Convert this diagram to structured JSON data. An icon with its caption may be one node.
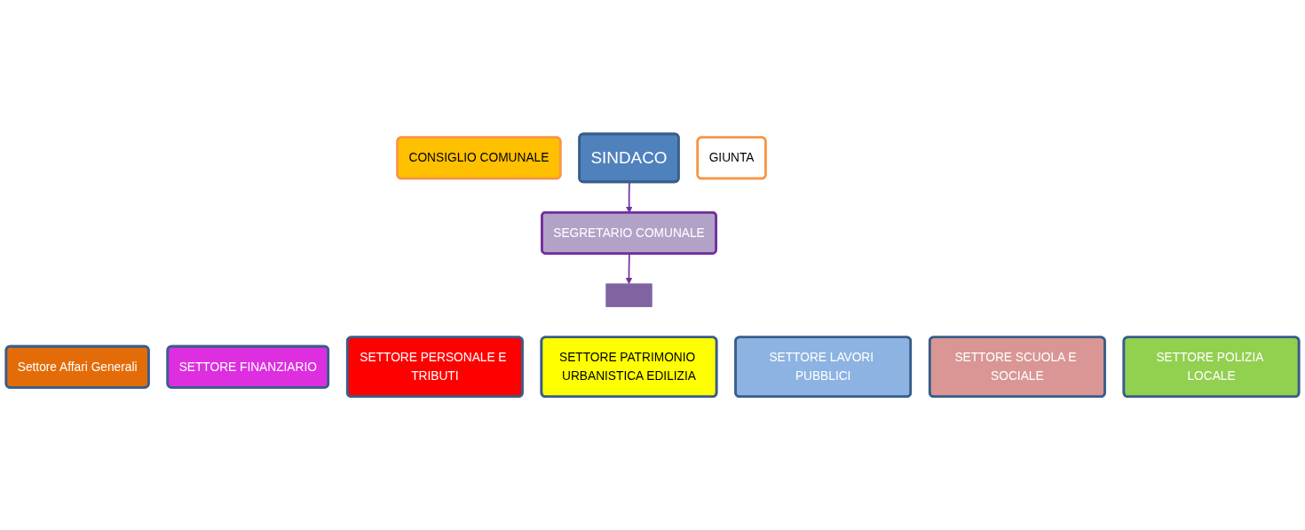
{
  "diagram": {
    "nodes": [
      {
        "text": [
          "CONSIGLIO COMUNALE"
        ]
      },
      {
        "text": [
          "SINDACO"
        ]
      },
      {
        "text": [
          "GIUNTA"
        ]
      },
      {
        "text": [
          "SEGRETARIO COMUNALE"
        ]
      },
      {
        "text": [],
        "shape": "bar"
      },
      {
        "text": [
          "Settore Affari Generali"
        ]
      },
      {
        "text": [
          "SETTORE FINANZIARIO"
        ]
      },
      {
        "text": [
          "SETTORE PERSONALE E TRIBUTI"
        ]
      },
      {
        "text": [
          "SETTORE PATRIMONIO URBANISTICA EDILIZIA"
        ]
      },
      {
        "text": [
          "SETTORE LAVORI PUBBLICI"
        ]
      },
      {
        "text": [
          "SETTORE SCUOLA E SOCIALE"
        ]
      },
      {
        "text": [
          "SETTORE POLIZIA LOCALE"
        ]
      }
    ],
    "edges": [
      {
        "from": 1,
        "to": 3,
        "arrow": "to",
        "color": "#7030a0"
      },
      {
        "from": 3,
        "to": 4,
        "arrow": "to",
        "color": "#7030a0"
      }
    ]
  }
}
